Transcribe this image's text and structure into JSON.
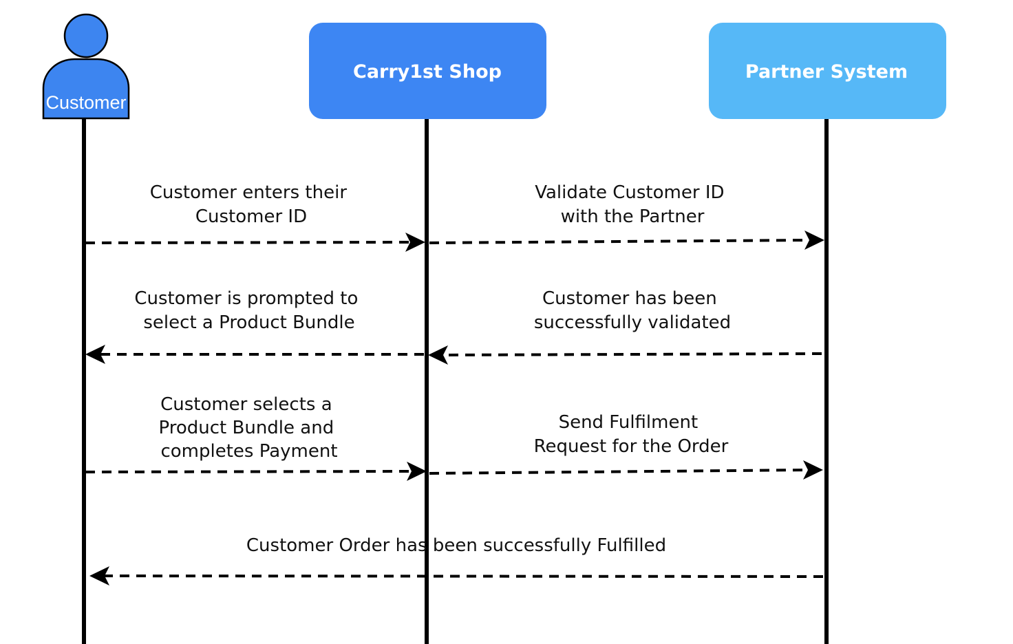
{
  "participants": {
    "customer": {
      "label": "Customer",
      "color": "#3d85f0"
    },
    "shop": {
      "label": "Carry1st Shop",
      "color": "#3d86f3"
    },
    "partner": {
      "label": "Partner System",
      "color": "#56b8f7"
    }
  },
  "messages": {
    "m1": {
      "lines": [
        "Customer enters their",
        "Customer ID"
      ]
    },
    "m2": {
      "lines": [
        "Validate Customer ID",
        "with the Partner"
      ]
    },
    "m3": {
      "lines": [
        "Customer is prompted to",
        "select a Product Bundle"
      ]
    },
    "m4": {
      "lines": [
        "Customer has been",
        "successfully validated"
      ]
    },
    "m5": {
      "lines": [
        "Customer selects a",
        "Product Bundle and",
        "completes Payment"
      ]
    },
    "m6": {
      "lines": [
        "Send Fulfilment",
        "Request for the Order"
      ]
    },
    "m7": {
      "lines": [
        "Customer Order has been successfully Fulfilled"
      ]
    }
  }
}
